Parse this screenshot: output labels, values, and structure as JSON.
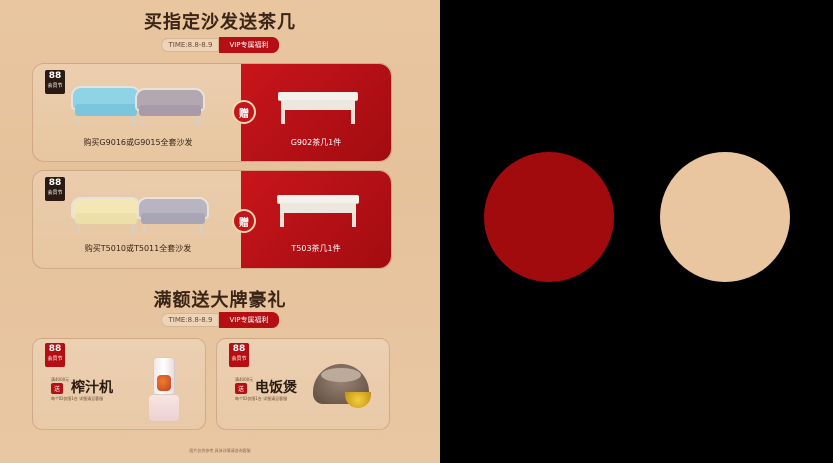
{
  "sections": [
    {
      "title": "买指定沙发送茶几",
      "time": "TIME:8.8-8.9",
      "vip": "VIP专属福利",
      "offers": [
        {
          "badge_num": "88",
          "badge_sub": "会员节",
          "buy_text": "购买G9016或G9015全套沙发",
          "gift": "赠",
          "gift_item": "G902茶几1件"
        },
        {
          "badge_num": "88",
          "badge_sub": "会员节",
          "buy_text": "购买T5010或T5011全套沙发",
          "gift": "赠",
          "gift_item": "T503茶几1件"
        }
      ]
    },
    {
      "title": "满额送大牌豪礼",
      "time": "TIME:8.8-8.9",
      "vip": "VIP专属福利",
      "gifts": [
        {
          "badge_num": "88",
          "badge_sub": "会员节",
          "tip": "满4000元",
          "song": "送",
          "name": "榨汁机",
          "note": "每个ID仅限1台 详细请见客服"
        },
        {
          "badge_num": "88",
          "badge_sub": "会员节",
          "tip": "满4000元",
          "song": "送",
          "name": "电饭煲",
          "note": "每个ID仅限1台 详细请见客服"
        }
      ]
    }
  ],
  "footer": "图片仅供参考 具体详情请咨询客服",
  "colors": {
    "accent_red": "#a20b0d",
    "tan": "#e9c69f"
  }
}
